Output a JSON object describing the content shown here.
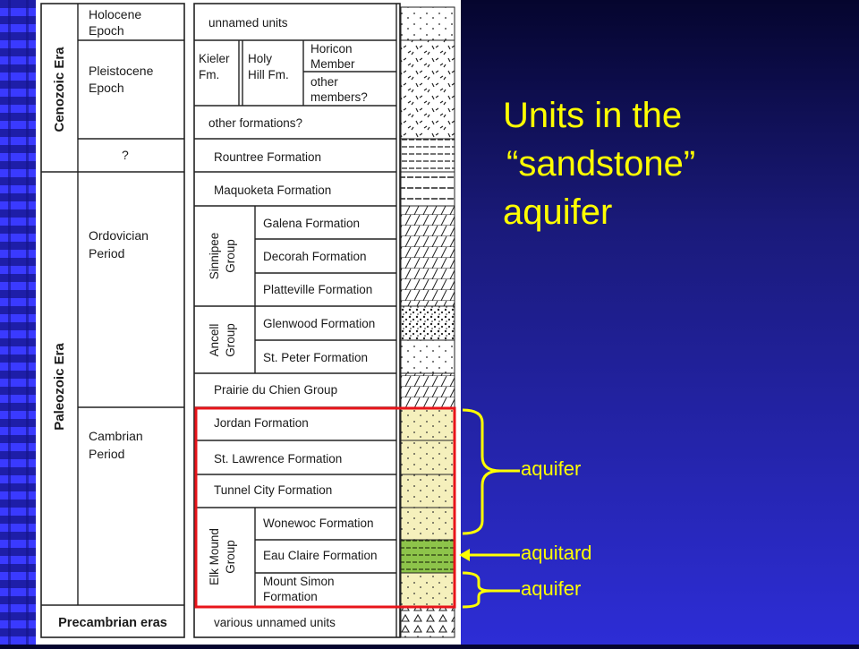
{
  "slide": {
    "headline_line1": "Units in the",
    "headline_line2": "“sandstone”",
    "headline_line3": "aquifer",
    "callouts": {
      "upper_aquifer": "aquifer",
      "aquitard": "aquitard",
      "lower_aquifer": "aquifer"
    },
    "colors": {
      "highlight_box": "#e8141a",
      "callout": "#ffff00",
      "sandstone_fill": "#f5f0bc",
      "aquitard_fill": "#8dc44a"
    }
  },
  "column": {
    "eras": {
      "cenozoic": "Cenozoic Era",
      "paleozoic": "Paleozoic Era",
      "precambrian": "Precambrian eras"
    },
    "periods": {
      "holocene": [
        "Holocene",
        "Epoch"
      ],
      "pleistocene": [
        "Pleistocene",
        "Epoch"
      ],
      "unknown": "?",
      "ordovician": [
        "Ordovician",
        "Period"
      ],
      "cambrian": [
        "Cambrian",
        "Period"
      ]
    },
    "groups": {
      "sinnipee": [
        "Sinnipee",
        "Group"
      ],
      "ancell": [
        "Ancell",
        "Group"
      ],
      "elk_mound": [
        "Elk Mound",
        "Group"
      ]
    },
    "units": {
      "unnamed": "unnamed units",
      "kieler": [
        "Kieler",
        "Fm."
      ],
      "holy_hill": [
        "Holy",
        "Hill Fm."
      ],
      "horicon": [
        "Horicon",
        "Member"
      ],
      "other_members": [
        "other",
        "members?"
      ],
      "other_formations": "other formations?",
      "rountree": "Rountree Formation",
      "maquoketa": "Maquoketa Formation",
      "galena": "Galena Formation",
      "decorah": "Decorah Formation",
      "platteville": "Platteville Formation",
      "glenwood": "Glenwood Formation",
      "st_peter": "St. Peter Formation",
      "prairie": "Prairie du Chien Group",
      "jordan": "Jordan Formation",
      "st_lawrence": "St. Lawrence Formation",
      "tunnel_city": "Tunnel City Formation",
      "wonewoc": "Wonewoc Formation",
      "eau_claire": "Eau Claire Formation",
      "mount_simon": [
        "Mount Simon",
        "Formation"
      ],
      "various": "various unnamed units"
    }
  }
}
